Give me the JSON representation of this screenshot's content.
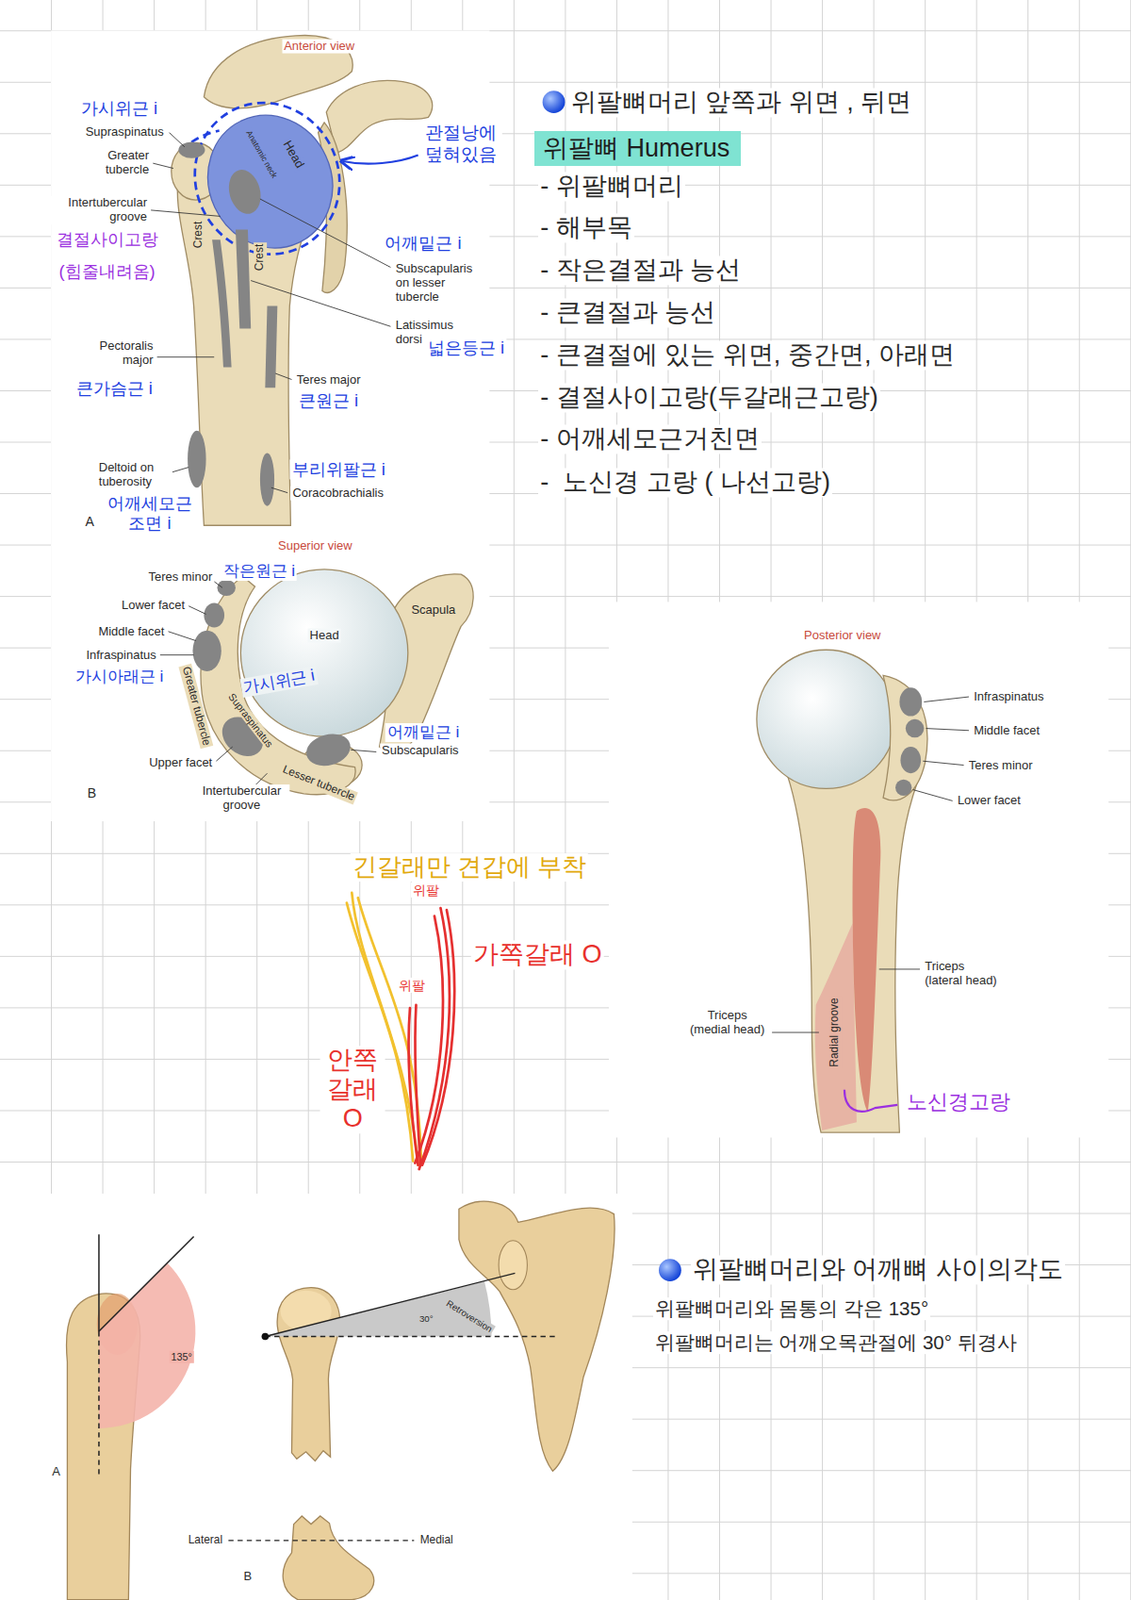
{
  "diagram": {
    "nodes": [
      {
        "text": [
          "위팔뼈 Humerus"
        ]
      }
    ],
    "labels": [
      "Anterior view",
      "가시위근 i",
      "Supraspinatus",
      "Greater tubercle",
      "Intertubercular groove",
      "결절사이고랑",
      "(힘줄내려옴)",
      "Crest",
      "Crest",
      "Head",
      "Anatomic neck",
      "관절낭에 덮혀있음",
      "어깨밑근 i",
      "Subscapularis on lesser tubercle",
      "Latissimus dorsi",
      "넓은등근 i",
      "Pectoralis major",
      "큰가슴근 i",
      "Teres major",
      "큰원근 i",
      "Deltoid on tuberosity",
      "어깨세모근 조면 i",
      "부리위팔근 i",
      "Coracobrachialis",
      "A",
      "Superior view",
      "Teres minor",
      "작은원근 i",
      "Lower facet",
      "Middle facet",
      "Infraspinatus",
      "가시아래근 i",
      "Head",
      "Scapula",
      "Greater tubercle",
      "Supraspinatus",
      "가시위근 i",
      "어깨밑근 i",
      "Subscapularis",
      "Upper facet",
      "Lesser tubercle",
      "Intertubercular groove",
      "B",
      "위팔뼈머리 앞쪽과 위면 , 뒤면",
      "- 위팔뼈머리",
      "- 해부목",
      "- 작은결절과 능선",
      "- 큰결절과 능선",
      "- 큰결절에 있는 위면, 중간면, 아래면",
      "- 결절사이고랑(두갈래근고랑)",
      "- 어깨세모근거친면",
      "-  노신경 고랑 ( 나선고랑)",
      "긴갈래만 견갑에 부착",
      "위팔",
      "가쪽갈래 O",
      "위팔",
      "안쪽 갈래 O",
      "Posterior view",
      "Infraspinatus",
      "Middle facet",
      "Teres minor",
      "Lower facet",
      "Triceps (lateral head)",
      "Triceps (medial head)",
      "Radial groove",
      "노신경고랑",
      "135°",
      "A",
      "30°",
      "Retroversion",
      "Lateral",
      "Medial",
      "B",
      "위팔뼈머리와 어깨뼈 사이의각도",
      "위팔뼈머리와 몸통의 각은 135°",
      "위팔뼈머리는 어깨오목관절에 30° 뒤경사"
    ]
  }
}
